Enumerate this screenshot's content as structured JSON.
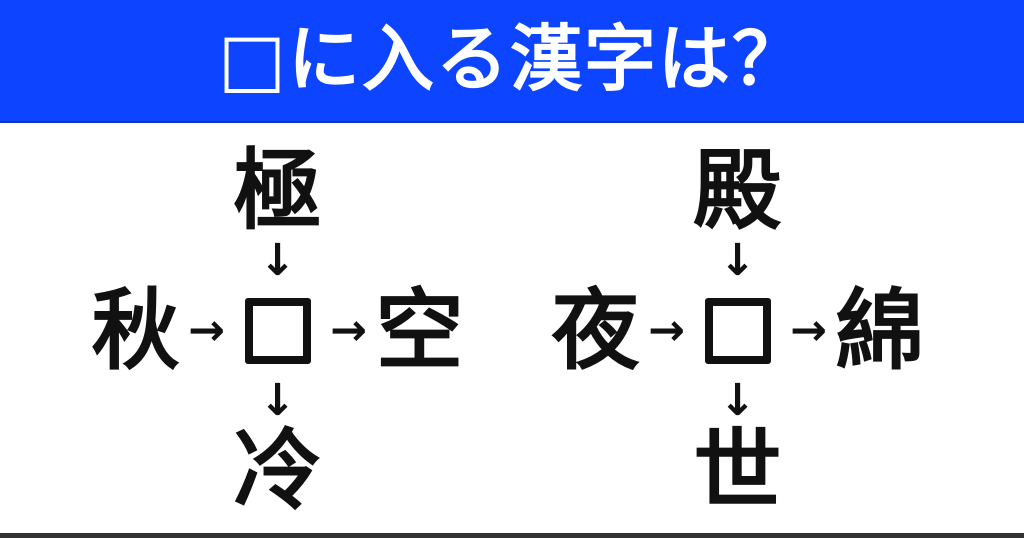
{
  "header": {
    "title": "□に入る漢字は？"
  },
  "puzzles": [
    {
      "name": "left-puzzle",
      "top": "極",
      "left": "秋",
      "right": "空",
      "bottom": "冷",
      "blank": "□"
    },
    {
      "name": "right-puzzle",
      "top": "殿",
      "left": "夜",
      "right": "綿",
      "bottom": "世",
      "blank": "□"
    }
  ],
  "arrows": {
    "right": "→",
    "down": "↓"
  },
  "colors": {
    "banner_blue": "#0d44ff",
    "banner_edge": "#0a33cc",
    "title_text": "#ffffff",
    "ink": "#111111",
    "background": "#ffffff",
    "bottom_bar": "#333333"
  }
}
